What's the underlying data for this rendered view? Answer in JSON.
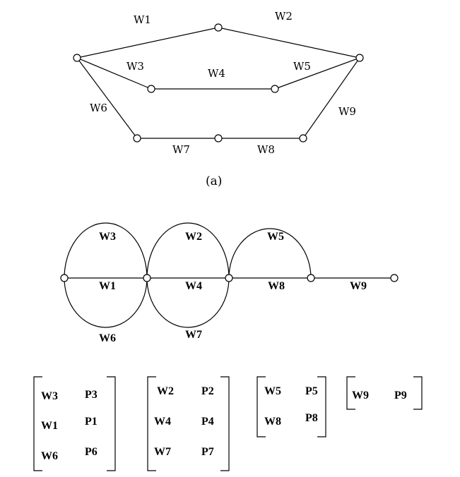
{
  "graph_a": {
    "edge_labels": {
      "w1": "W1",
      "w2": "W2",
      "w3": "W3",
      "w4": "W4",
      "w5": "W5",
      "w6": "W6",
      "w7": "W7",
      "w8": "W8",
      "w9": "W9"
    },
    "caption": "(a)"
  },
  "graph_b": {
    "edge_labels": {
      "w1": "W1",
      "w2": "W2",
      "w3": "W3",
      "w4": "W4",
      "w5": "W5",
      "w6": "W6",
      "w7": "W7",
      "w8": "W8",
      "w9": "W9"
    }
  },
  "matrices": [
    {
      "rows": [
        [
          "W3",
          "P3"
        ],
        [
          "W1",
          "P1"
        ],
        [
          "W6",
          "P6"
        ]
      ]
    },
    {
      "rows": [
        [
          "W2",
          "P2"
        ],
        [
          "W4",
          "P4"
        ],
        [
          "W7",
          "P7"
        ]
      ]
    },
    {
      "rows": [
        [
          "W5",
          "P5"
        ],
        [
          "W8",
          "P8"
        ]
      ]
    },
    {
      "rows": [
        [
          "W9",
          "P9"
        ]
      ]
    }
  ]
}
